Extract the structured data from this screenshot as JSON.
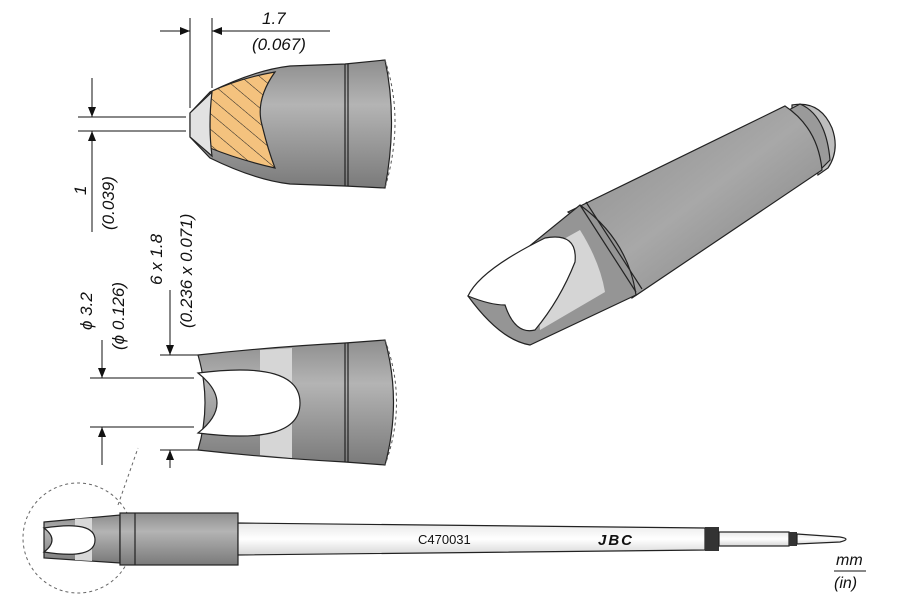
{
  "dimensions": {
    "tip_length": {
      "mm": "1.7",
      "in": "(0.067)"
    },
    "tip_thickness": {
      "mm": "1",
      "in": "(0.039)"
    },
    "diameter": {
      "mm": "ϕ 3.2",
      "in": "(ϕ 0.126)"
    },
    "slot": {
      "mm": "6 x 1.8",
      "in": "(0.236 x 0.071)"
    }
  },
  "cartridge": {
    "part_number": "C470031",
    "brand": "JBC"
  },
  "units": {
    "primary": "mm",
    "secondary": "(in)"
  },
  "colors": {
    "body_gray": "#a6a6a6",
    "light_gray": "#d8d8d8",
    "tin_orange": "#f4c27e",
    "outline": "#222222"
  }
}
